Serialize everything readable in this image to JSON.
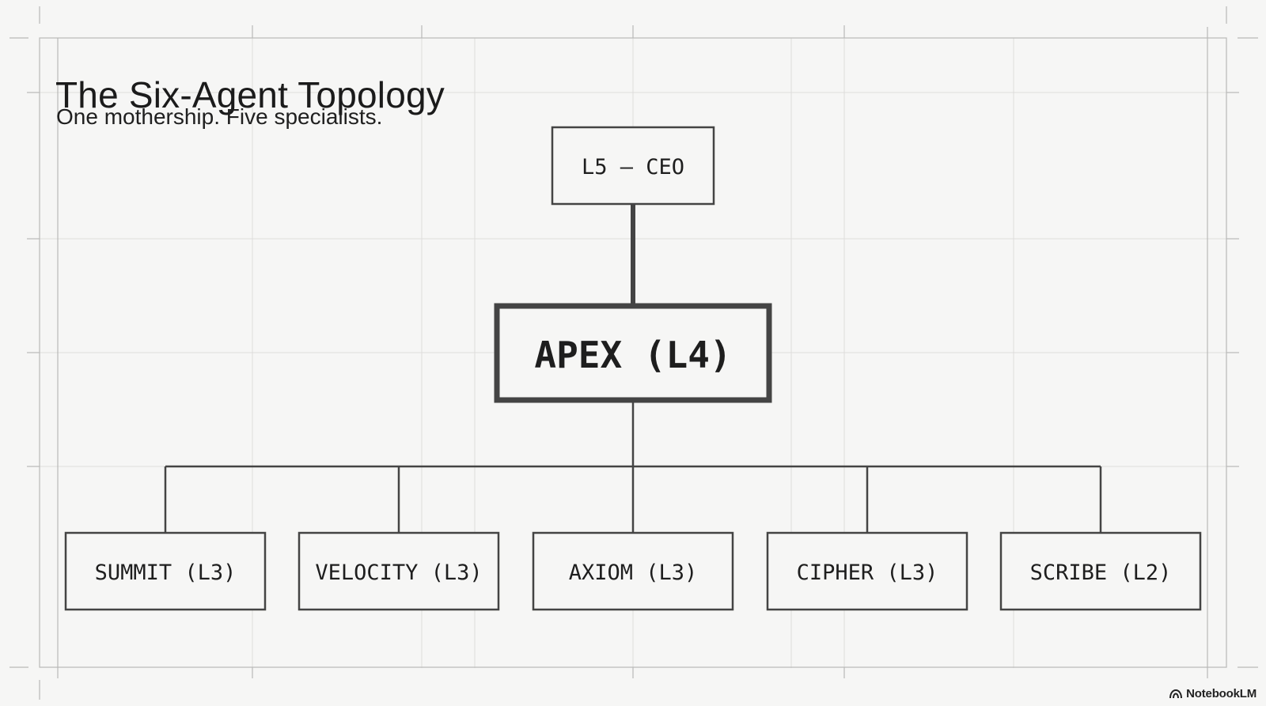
{
  "slide": {
    "title": "The Six-Agent Topology",
    "subtitle": "One mothership. Five specialists."
  },
  "diagram": {
    "top": {
      "label": "L5 — CEO"
    },
    "hub": {
      "label": "APEX (L4)"
    },
    "children": [
      {
        "label": "SUMMIT (L3)"
      },
      {
        "label": "VELOCITY (L3)"
      },
      {
        "label": "AXIOM (L3)"
      },
      {
        "label": "CIPHER (L3)"
      },
      {
        "label": "SCRIBE (L2)"
      }
    ]
  },
  "branding": {
    "label": "NotebookLM",
    "icon": "notebooklm-logo-icon"
  },
  "colors": {
    "background": "#f6f6f5",
    "grid": "#dcdcda",
    "stroke": "#444444",
    "text": "#1c1c1c"
  }
}
